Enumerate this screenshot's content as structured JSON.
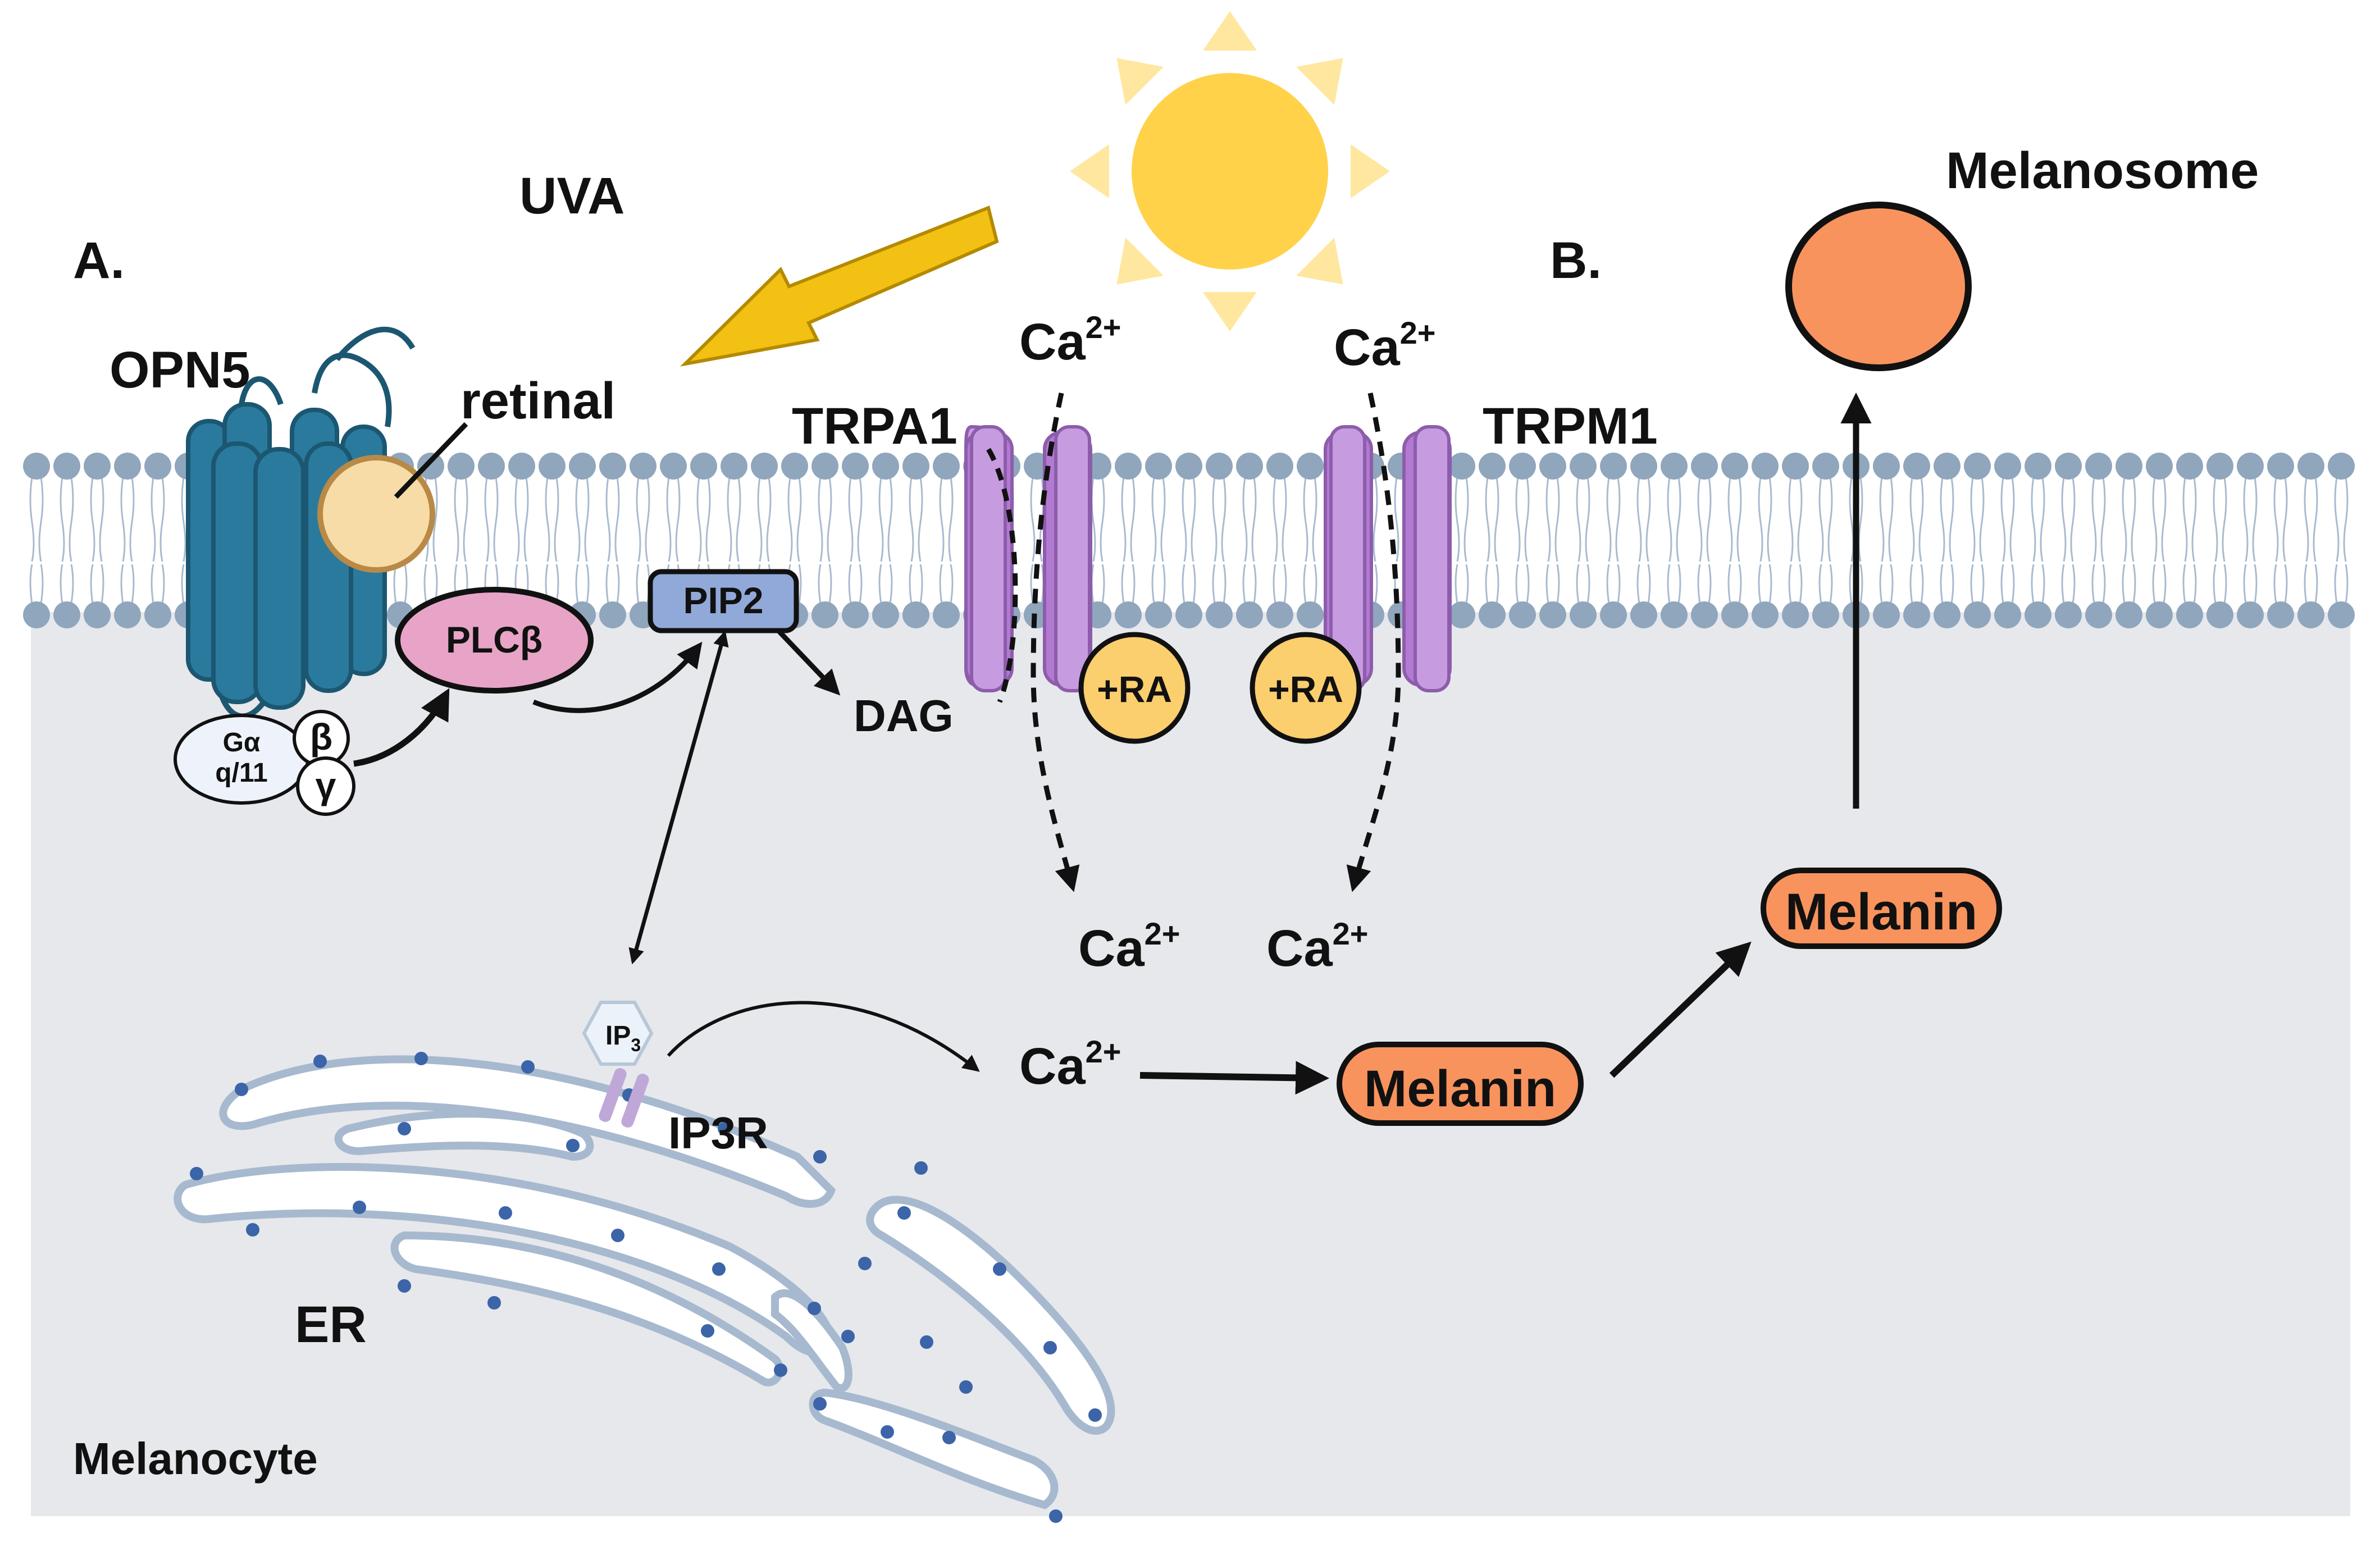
{
  "labels": {
    "uva": "UVA",
    "panel_a": "A.",
    "panel_b": "B.",
    "opn5": "OPN5",
    "retinal": "retinal",
    "trpa1": "TRPA1",
    "trpm1": "TRPM1",
    "plcb": "PLCβ",
    "pip2": "PIP2",
    "dag": "DAG",
    "g_alpha_line1": "Gα",
    "g_alpha_line2": "q/11",
    "g_beta": "β",
    "g_gamma": "γ",
    "ra_left": "+RA",
    "ra_right": "+RA",
    "ip3_base": "IP",
    "ip3_sub": "3",
    "ip3r": "IP3R",
    "er": "ER",
    "melanocyte": "Melanocyte",
    "melanosome": "Melanosome",
    "melanin_center": "Melanin",
    "melanin_right": "Melanin",
    "ca_base": "Ca",
    "ca_sup": "2+"
  },
  "colors": {
    "cytoplasm": "#e6e8ec",
    "lipid_head": "#8fa6bd",
    "opsin": "#2a7a9e",
    "retinal_fill": "#f7dca8",
    "plc_fill": "#e7a4c6",
    "pip2_fill": "#90a9d8",
    "channel": "#c79be0",
    "ra_fill": "#fbce6e",
    "melanin_fill": "#f8935d",
    "sun": "#ffd24a",
    "sun_ray": "#ffe7a0",
    "uva_arrow": "#f3c113",
    "er_fill": "#ffffff",
    "er_stroke": "#a7b9cf",
    "er_dot": "#3c64a8",
    "ip3r_fill": "#bfa8d8"
  }
}
